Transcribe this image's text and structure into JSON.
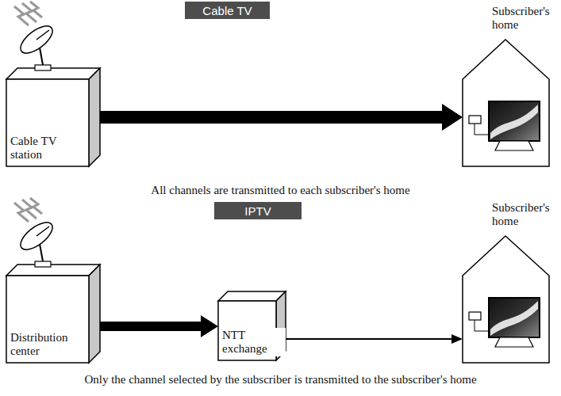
{
  "diagram": {
    "nodes": [
      {
        "text": [
          "Cable TV"
        ]
      },
      {
        "text": [
          "Cable TV station"
        ]
      },
      {
        "text": [
          "Subscriber's home"
        ]
      },
      {
        "text": [
          "IPTV"
        ]
      },
      {
        "text": [
          "Distribution center"
        ]
      },
      {
        "text": [
          "NTT exchange"
        ]
      },
      {
        "text": [
          "Subscriber's home"
        ]
      }
    ],
    "edges": [
      {
        "from": 1,
        "to": 2,
        "arrow": "to"
      },
      {
        "from": 4,
        "to": 5,
        "arrow": "to"
      },
      {
        "from": 5,
        "to": 6,
        "arrow": "to"
      }
    ],
    "labels": [
      "All channels are transmitted to each subscriber's home",
      "Only the channel selected by the subscriber is transmitted to the subscriber's home"
    ]
  }
}
